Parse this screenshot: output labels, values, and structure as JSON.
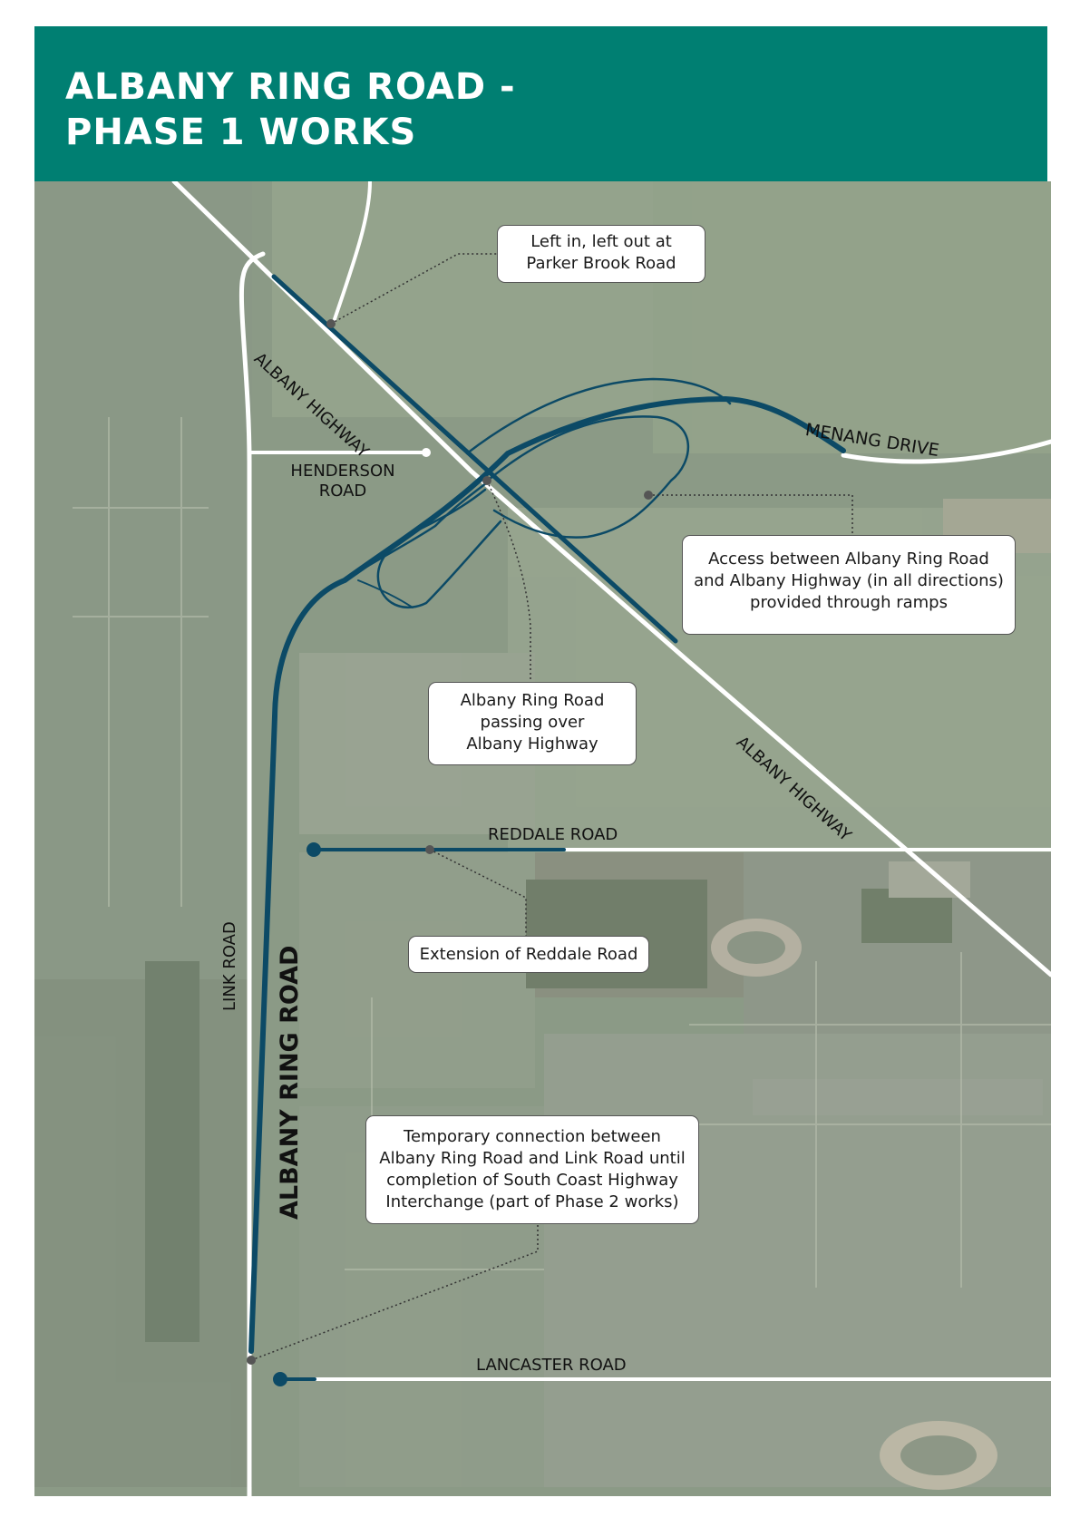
{
  "header": {
    "title_line1": "ALBANY RING ROAD -",
    "title_line2": "PHASE 1 WORKS"
  },
  "colors": {
    "header_bg": "#007f72",
    "project_road": "#0c4a66",
    "existing_road": "#ffffff",
    "map_bg": "#8d9b87"
  },
  "road_labels": {
    "albany_highway_north": "ALBANY HIGHWAY",
    "albany_highway_south": "ALBANY HIGHWAY",
    "menang_drive": "MENANG DRIVE",
    "henderson_road_line1": "HENDERSON",
    "henderson_road_line2": "ROAD",
    "reddale_road": "REDDALE ROAD",
    "link_road": "LINK ROAD",
    "albany_ring_road": "ALBANY RING ROAD",
    "lancaster_road": "LANCASTER ROAD"
  },
  "callouts": {
    "parker_brook": {
      "line1": "Left in, left out at",
      "line2": "Parker Brook Road"
    },
    "ramps": {
      "line1": "Access between Albany Ring Road",
      "line2": "and Albany Highway (in all directions)",
      "line3": "provided through ramps"
    },
    "overpass": {
      "line1": "Albany Ring Road",
      "line2": "passing over",
      "line3": "Albany Highway"
    },
    "reddale_extension": {
      "line1": "Extension of Reddale Road"
    },
    "temporary_connection": {
      "line1": "Temporary connection between",
      "line2": "Albany Ring Road and Link Road until",
      "line3": "completion of South Coast Highway",
      "line4": "Interchange (part of Phase 2 works)"
    }
  }
}
